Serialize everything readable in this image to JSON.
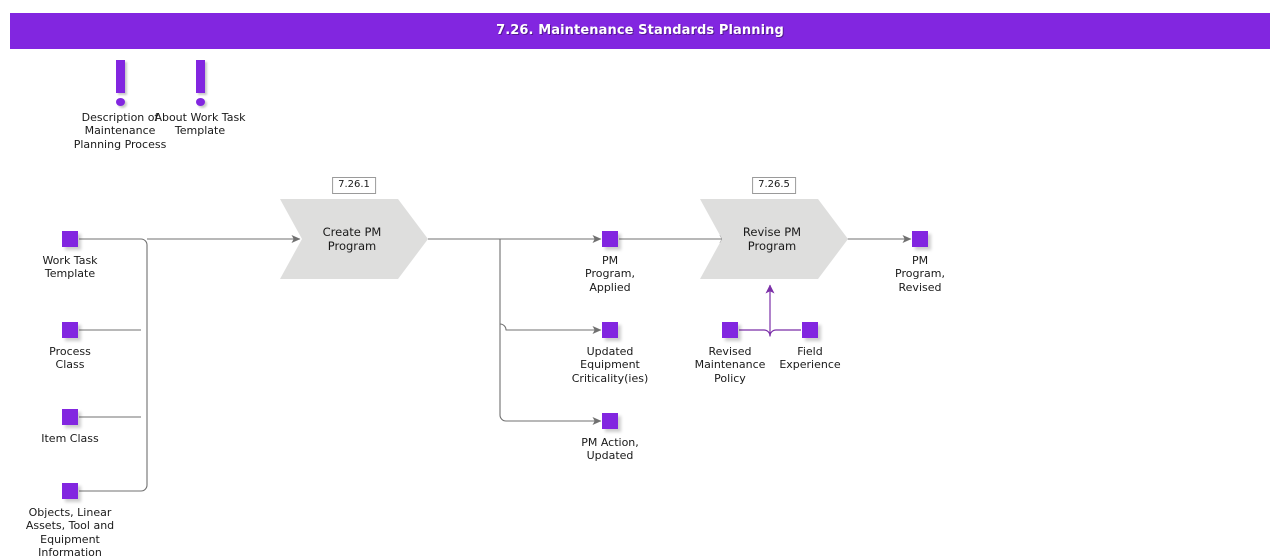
{
  "header": {
    "title": "7.26. Maintenance Standards Planning",
    "background_color": "#8226e0",
    "text_color": "#ffffff"
  },
  "theme": {
    "accent_color": "#8226e0",
    "process_fill": "#dededd",
    "connector_color": "#707070",
    "accent_connector_color": "#7b2fa8",
    "canvas_background": "#ffffff"
  },
  "notes": [
    {
      "icon": "exclamation-icon",
      "label": "Description\nof\nMaintenance\nPlanning\nProcess"
    },
    {
      "icon": "exclamation-icon",
      "label": "About Work\nTask\nTemplate"
    }
  ],
  "processes": [
    {
      "id": "7.26.1",
      "label": "Create PM\nProgram"
    },
    {
      "id": "7.26.5",
      "label": "Revise PM\nProgram"
    }
  ],
  "inputs_left": [
    {
      "icon": "data-object-icon",
      "label": "Work Task\nTemplate"
    },
    {
      "icon": "data-object-icon",
      "label": "Process\nClass"
    },
    {
      "icon": "data-object-icon",
      "label": "Item Class"
    },
    {
      "icon": "data-object-icon",
      "label": "Objects, Linear\nAssets, Tool and\nEquipment\nInformation"
    }
  ],
  "outputs_middle": [
    {
      "icon": "data-object-icon",
      "label": "PM\nProgram,\nApplied"
    },
    {
      "icon": "data-object-icon",
      "label": "Updated\nEquipment\nCriticality(ies)"
    },
    {
      "icon": "data-object-icon",
      "label": "PM Action,\nUpdated"
    }
  ],
  "inputs_revise": [
    {
      "icon": "data-object-icon",
      "label": "Revised\nMaintenance\nPolicy"
    },
    {
      "icon": "data-object-icon",
      "label": "Field\nExperience"
    }
  ],
  "outputs_right": [
    {
      "icon": "data-object-icon",
      "label": "PM\nProgram,\nRevised"
    }
  ]
}
